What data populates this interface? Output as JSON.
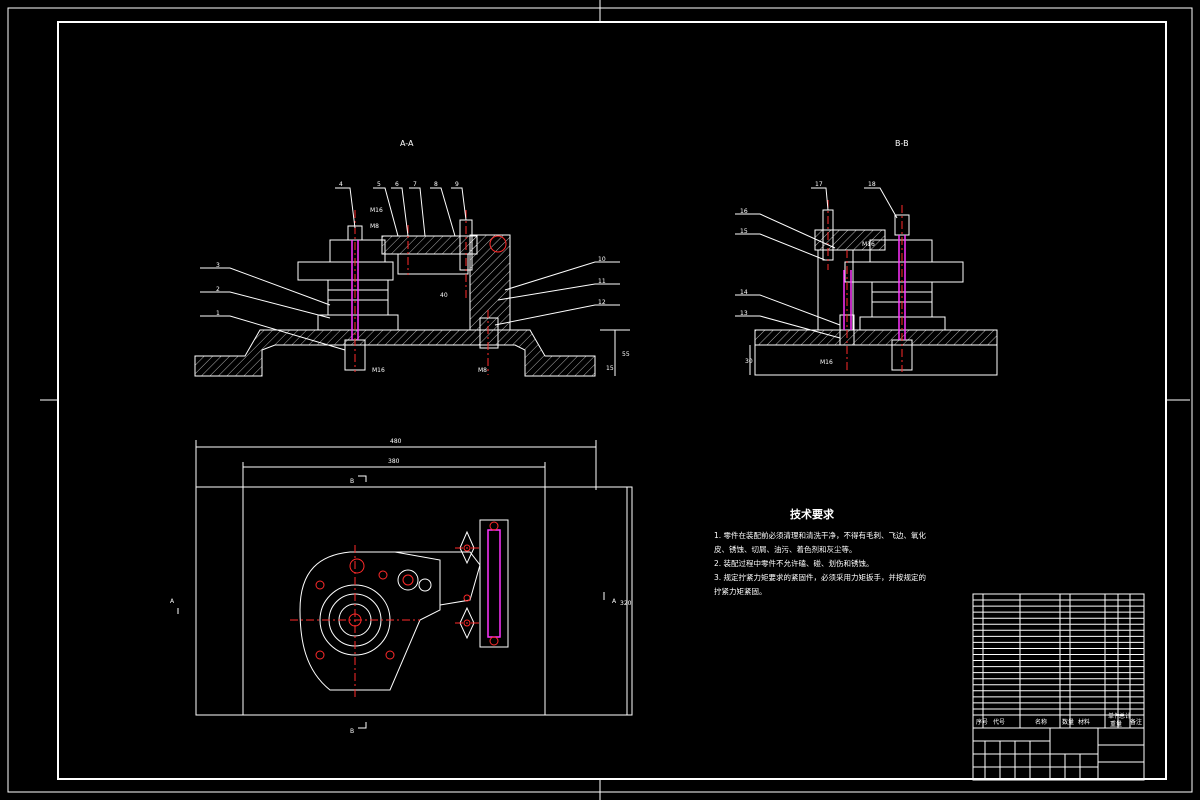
{
  "views": {
    "section_a": "A-A",
    "section_b": "B-B",
    "cut_a": "A",
    "cut_b": "B"
  },
  "dimensions": {
    "overall_width": "480",
    "inner_width": "380",
    "height_right": "55",
    "base_thickness_left": "15",
    "base_thickness_right": "30",
    "plan_height": "320",
    "thread_a": "M16",
    "thread_b": "M8",
    "thread_c": "M16",
    "thread_d": "M8",
    "dim_40": "40",
    "thread_e": "M16",
    "thread_f": "M16"
  },
  "balloons_a": [
    "4",
    "5",
    "6",
    "7",
    "8",
    "9",
    "3",
    "2",
    "1",
    "10",
    "11",
    "12"
  ],
  "balloons_b": [
    "17",
    "18",
    "16",
    "15",
    "14",
    "13"
  ],
  "technical_requirements": {
    "title": "技术要求",
    "lines": [
      "1. 零件在装配前必须清理和清洗干净，不得有毛刺、飞边、氧化",
      "皮、锈蚀、切屑、油污、着色剂和灰尘等。",
      "2. 装配过程中零件不允许磕、碰、划伤和锈蚀。",
      "3. 规定拧紧力矩要求的紧固件，必须采用力矩扳手，并按规定的",
      "拧紧力矩紧固。"
    ]
  },
  "title_block": {
    "header": [
      "序号",
      "代号",
      "名称",
      "数量",
      "材料",
      "单件",
      "总计",
      "备注"
    ],
    "weight_label": "重量",
    "rows": 20
  }
}
